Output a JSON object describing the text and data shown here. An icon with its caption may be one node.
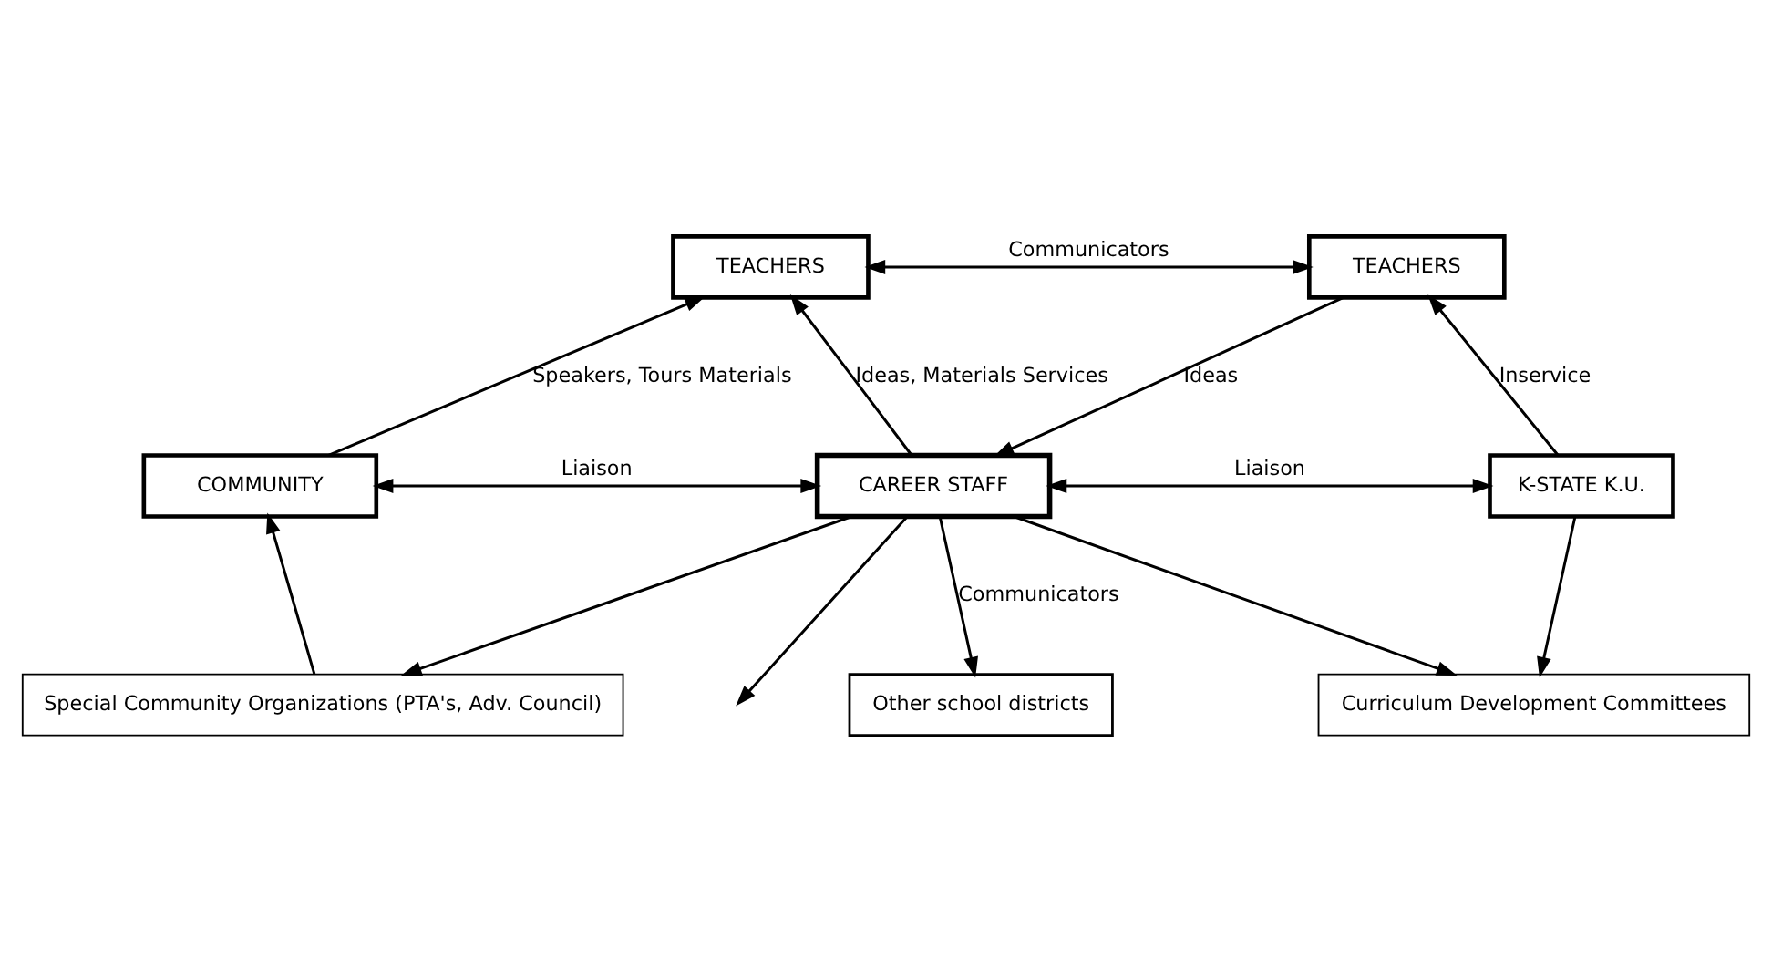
{
  "diagram": {
    "nodes": [
      {
        "text": [
          "TEACHERS"
        ]
      },
      {
        "text": [
          "TEACHERS"
        ]
      },
      {
        "text": [
          "COMMUNITY"
        ]
      },
      {
        "text": [
          "CAREER STAFF"
        ]
      },
      {
        "text": [
          "K-STATE K.U."
        ]
      },
      {
        "text": [
          "Special Community Organizations (PTA's, Adv. Council)"
        ]
      },
      {
        "text": [
          "Other school districts"
        ]
      },
      {
        "text": [
          "Curriculum Development Committees"
        ]
      }
    ],
    "edges": [
      {
        "from": 0,
        "to": 1,
        "arrow": "both",
        "label": "Communicators"
      },
      {
        "from": 3,
        "to": null,
        "arrow": "to"
      },
      {
        "from": 2,
        "to": 0,
        "arrow": "to",
        "label": "Speakers, Tours Materials"
      },
      {
        "from": 3,
        "to": 0,
        "arrow": "to",
        "label": "Ideas, Materials Services"
      },
      {
        "from": 1,
        "to": 3,
        "arrow": "to",
        "label": "Ideas"
      },
      {
        "from": 4,
        "to": 1,
        "arrow": "to",
        "label": "Inservice"
      },
      {
        "from": 2,
        "to": 3,
        "arrow": "both",
        "label": "Liaison"
      },
      {
        "from": 3,
        "to": 4,
        "arrow": "both",
        "label": "Liaison"
      },
      {
        "from": 5,
        "to": 2,
        "arrow": "to"
      },
      {
        "from": 3,
        "to": 5,
        "arrow": "to"
      },
      {
        "from": 3,
        "to": 6,
        "arrow": "to",
        "label": "Communicators"
      },
      {
        "from": 3,
        "to": 7,
        "arrow": "to"
      },
      {
        "from": 4,
        "to": 7,
        "arrow": "to"
      }
    ]
  }
}
